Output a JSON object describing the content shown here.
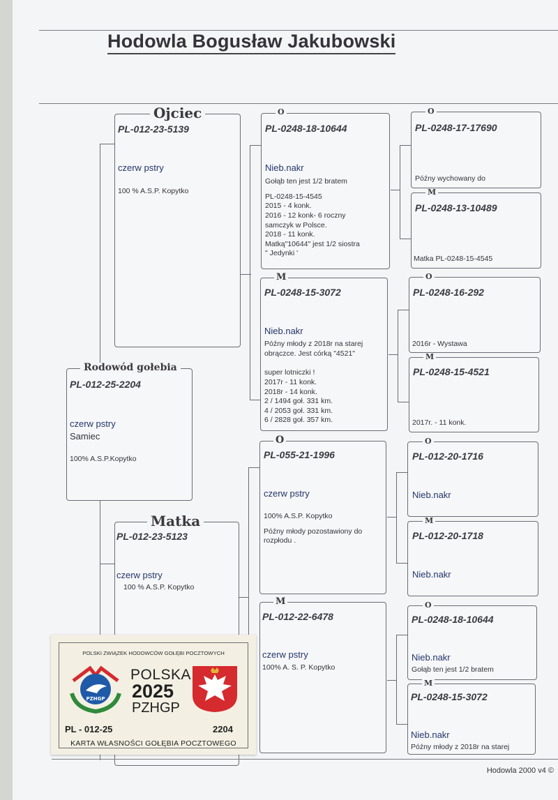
{
  "document": {
    "title": "Hodowla Bogusław Jakubowski",
    "footer": "Hodowla 2000 v4 ©"
  },
  "bird": {
    "legend": "Rodowód gołebia",
    "ring": "PL-012-25-2204",
    "color": "czerw pstry",
    "sex": "Samiec",
    "note": "100% A.S.P.Kopytko"
  },
  "father": {
    "legend": "Ojciec",
    "ring": "PL-012-23-5139",
    "color": "czerw pstry",
    "note": "100 % A.S.P. Kopytko"
  },
  "mother": {
    "legend": "Matka",
    "ring": "PL-012-23-5123",
    "color": "czerw pstry",
    "note": "100 % A.S.P. Kopytko"
  },
  "ff": {
    "mark": "O",
    "ring": "PL-0248-18-10644",
    "color": "Nieb.nakr",
    "lines": [
      "Gołąb ten jest 1/2 bratem",
      "",
      "PL-0248-15-4545",
      "2015 - 4 konk.",
      "2016 - 12 konk- 6 roczny",
      "samczyk w Polsce.",
      "2018 - 11 konk.",
      "Matką\"10644\" jest 1/2 siostra",
      "\" Jedynki '"
    ]
  },
  "fm": {
    "mark": "M",
    "ring": "PL-0248-15-3072",
    "color": "Nieb.nakr",
    "lines": [
      "Późny młody z 2018r na starej",
      "obrączce. Jest córką \"4521\"",
      "",
      "super lotniczki !",
      "2017r - 11 konk.",
      "2018r - 14 konk.",
      "2 / 1494 goł.  331 km.",
      "4 / 2053 goł.  331 km.",
      "6 / 2828 goł. 357 km."
    ]
  },
  "mf": {
    "mark": "O",
    "ring": "PL-055-21-1996",
    "color": "czerw pstry",
    "lines": [
      "100% A.S.P. Kopytko",
      "",
      "Późny młody pozostawiony do",
      "rozpłodu ."
    ]
  },
  "mm": {
    "mark": "M",
    "ring": "PL-012-22-6478",
    "color": "czerw pstry",
    "lines": [
      "100% A. S. P. Kopytko"
    ]
  },
  "fff": {
    "mark": "O",
    "ring": "PL-0248-17-17690",
    "note": "Późny wychowany do"
  },
  "ffm": {
    "mark": "M",
    "ring": "PL-0248-13-10489",
    "note": "Matka PL-0248-15-4545"
  },
  "fmf": {
    "mark": "O",
    "ring": "PL-0248-16-292",
    "note": "2016r - Wystawa"
  },
  "fmm": {
    "mark": "M",
    "ring": "PL-0248-15-4521",
    "note": "2017r. -  11 konk."
  },
  "mff": {
    "mark": "O",
    "ring": "PL-012-20-1716",
    "color": "Nieb.nakr"
  },
  "mfm": {
    "mark": "M",
    "ring": "PL-012-20-1718",
    "color": "Nieb.nakr"
  },
  "mmf": {
    "mark": "O",
    "ring": "PL-0248-18-10644",
    "color": "Nieb.nakr",
    "note": "Gołąb ten jest 1/2 bratem"
  },
  "mmm": {
    "mark": "M",
    "ring": "PL-0248-15-3072",
    "color": "Nieb.nakr",
    "note": "Późny młody z 2018r na starej"
  },
  "sticker": {
    "org": "POLSKI ZWIĄZEK HODOWCÓW GOŁĘBI POCZTOWYCH",
    "country": "POLSKA",
    "year": "2025",
    "abbr": "PZHGP",
    "logo_text": "PZHGP",
    "ring_left": "PL - 012-25",
    "ring_right": "2204",
    "caption": "KARTA  WŁASNOŚCI GOŁĘBIA POCZTOWEGO",
    "colors": {
      "red": "#d52a2e",
      "green": "#2f8a3a",
      "blue": "#1f5aa8"
    }
  }
}
